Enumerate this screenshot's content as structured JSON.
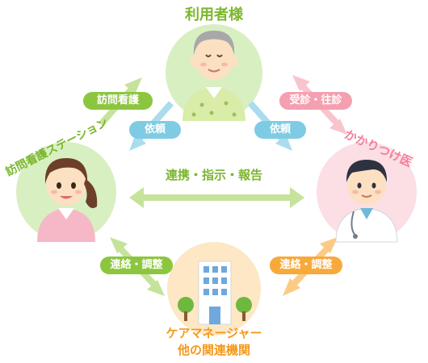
{
  "nodes": {
    "user": {
      "label": "利用者様"
    },
    "nursing": {
      "label": "訪問看護ステーション"
    },
    "doctor": {
      "label": "かかりつけ医"
    },
    "care": {
      "label_line1": "ケアマネージャー",
      "label_line2": "他の関連機関"
    }
  },
  "edges": {
    "nursing_to_user": "訪問看護",
    "user_to_nursing": "依頼",
    "user_to_doctor": "受診・往診",
    "doctor_to_user": "依頼",
    "nursing_doctor": "連携・指示・報告",
    "nursing_care": "連絡・調整",
    "doctor_care": "連絡・調整"
  },
  "colors": {
    "green": "#8cc63f",
    "blue": "#7fcbe4",
    "pink": "#f4a0b0",
    "orange": "#f7a93a",
    "green_text": "#7cb62e",
    "pink_text": "#f57f9a",
    "orange_text": "#f39a1e"
  }
}
